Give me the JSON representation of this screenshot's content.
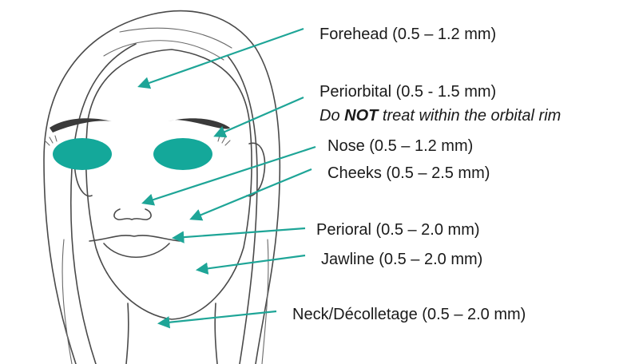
{
  "colors": {
    "accent": "#1ea597",
    "eye_pads": "#14a89a",
    "line_art": "#4a4a4a"
  },
  "zones": [
    {
      "id": "forehead",
      "label": "Forehead (0.5 – 1.2 mm)"
    },
    {
      "id": "periorbital",
      "label": "Periorbital (0.5 - 1.5 mm)",
      "warning": {
        "before": "Do ",
        "emphasis": "NOT",
        "after": " treat within the orbital rim"
      }
    },
    {
      "id": "nose",
      "label": "Nose (0.5 – 1.2 mm)"
    },
    {
      "id": "cheeks",
      "label": "Cheeks (0.5 – 2.5 mm)"
    },
    {
      "id": "perioral",
      "label": "Perioral (0.5 – 2.0 mm)"
    },
    {
      "id": "jawline",
      "label": "Jawline (0.5 – 2.0 mm)"
    },
    {
      "id": "neck",
      "label": "Neck/Décolletage (0.5 – 2.0 mm)"
    }
  ]
}
